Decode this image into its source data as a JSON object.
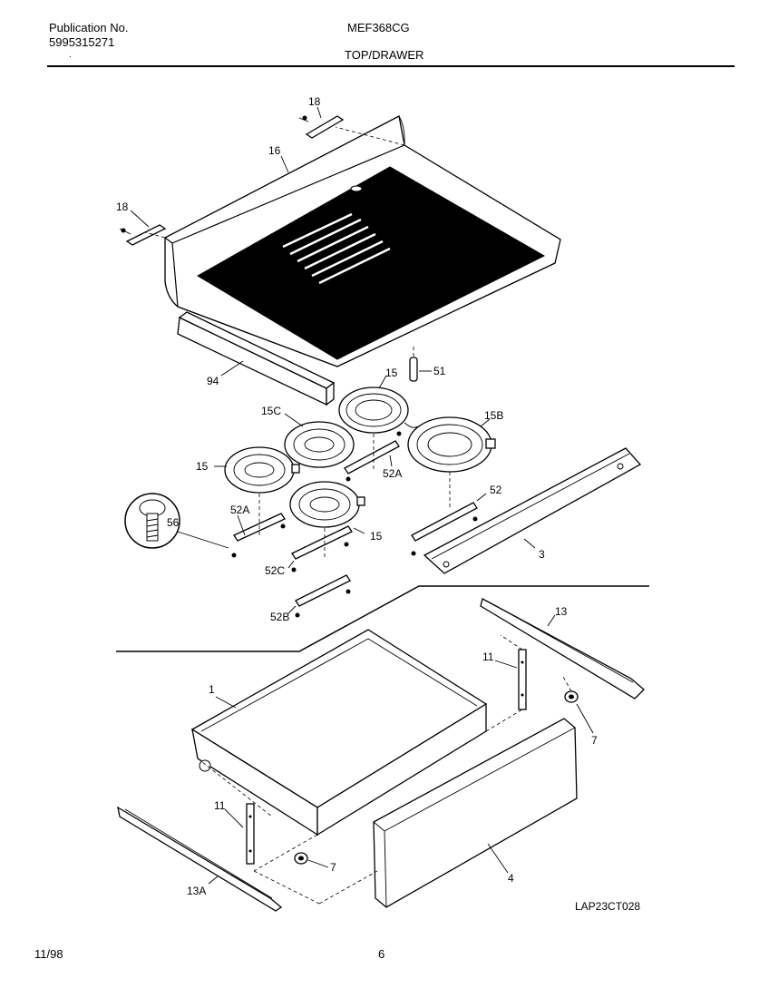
{
  "header": {
    "publication_label": "Publication No.",
    "publication_number": "5995315271",
    "model": "MEF368CG",
    "section_title": "TOP/DRAWER",
    "bullet": "."
  },
  "callouts": [
    "18",
    "16",
    "18",
    "94",
    "15",
    "51",
    "15C",
    "15B",
    "15",
    "52A",
    "56",
    "52A",
    "52",
    "15",
    "3",
    "52C",
    "52B",
    "13",
    "11",
    "1",
    "7",
    "11",
    "7",
    "4",
    "13A"
  ],
  "drawing_code": "LAP23CT028",
  "footer": {
    "date": "11/98",
    "page": "6"
  }
}
